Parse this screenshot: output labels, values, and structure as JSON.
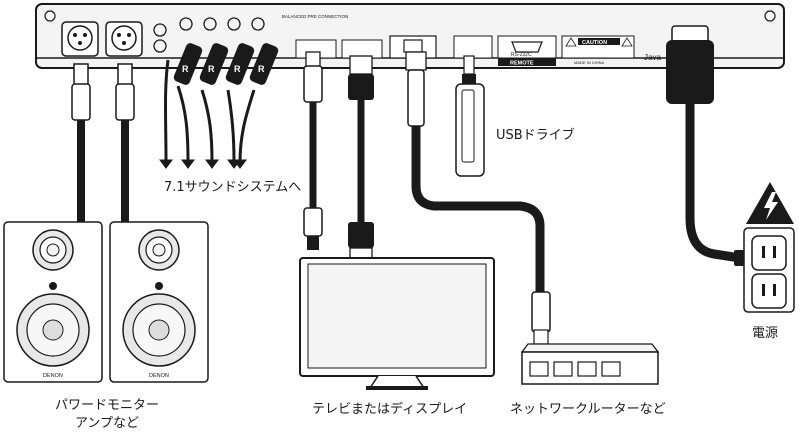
{
  "labels": {
    "surround": "7.1サウンドシステムへ",
    "usb_drive": "USBドライブ",
    "monitors_line1": "パワードモニター",
    "monitors_line2": "アンプなど",
    "tv": "テレビまたはディスプレイ",
    "network": "ネットワークルーターなど",
    "power": "電源"
  },
  "device": {
    "balanced_header": "BALANCED PRE CONNECTION",
    "remote_label": "REMOTE",
    "rs232c_label": "RS-232C",
    "caution_label": "CAUTION",
    "made_in": "MADE IN CHINA",
    "java": "Java",
    "speaker_brand": "DENON"
  }
}
